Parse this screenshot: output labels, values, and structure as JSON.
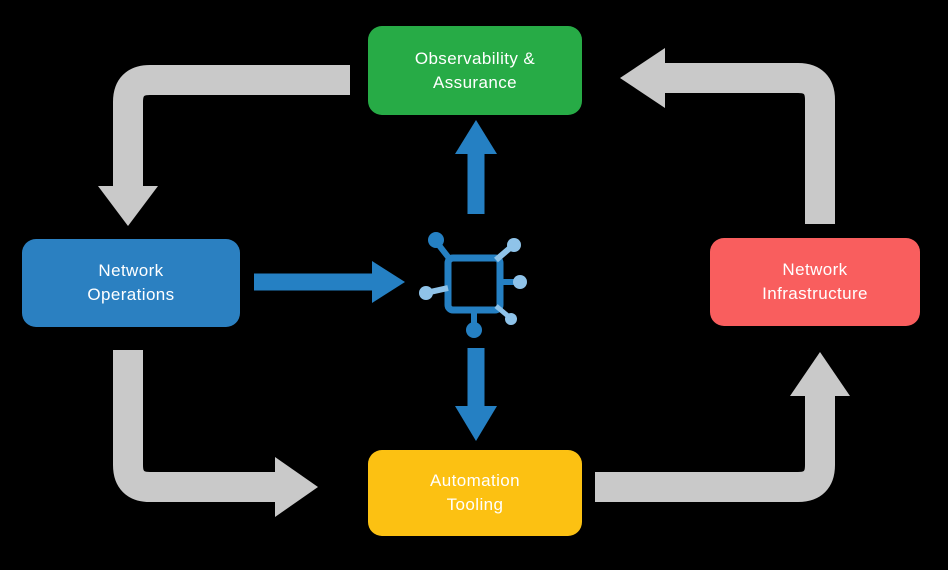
{
  "diagram": {
    "nodes": {
      "observability": {
        "label": "Observability &\nAssurance",
        "color": "#27AB46"
      },
      "operations": {
        "label": "Network\nOperations",
        "color": "#2B80C1"
      },
      "infrastructure": {
        "label": "Network\nInfrastructure",
        "color": "#F95E5E"
      },
      "automation": {
        "label": "Automation\nTooling",
        "color": "#FCC112"
      }
    },
    "center_icon": "network-nodes-icon",
    "colors": {
      "background": "#000000",
      "cycle_arrow": "#C9C9C9",
      "data_arrow": "#2580C3",
      "icon_dark": "#2580C3",
      "icon_light": "#8FC3E9",
      "node_text": "#FFFFFF"
    },
    "arrows": [
      {
        "from": "observability",
        "to": "operations",
        "style": "gray"
      },
      {
        "from": "operations",
        "to": "center-icon",
        "style": "blue"
      },
      {
        "from": "center-icon",
        "to": "observability",
        "style": "blue"
      },
      {
        "from": "center-icon",
        "to": "automation",
        "style": "blue"
      },
      {
        "from": "operations",
        "to": "automation",
        "style": "gray"
      },
      {
        "from": "automation",
        "to": "infrastructure",
        "style": "gray"
      },
      {
        "from": "infrastructure",
        "to": "observability",
        "style": "gray"
      }
    ]
  }
}
